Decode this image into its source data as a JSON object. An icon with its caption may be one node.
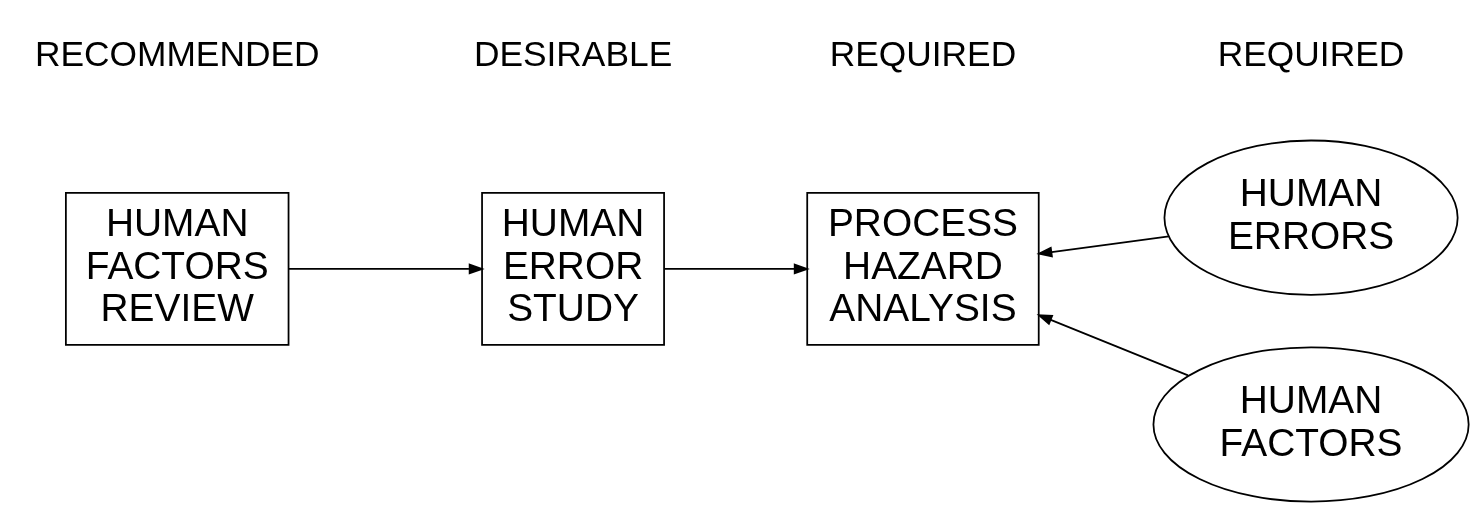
{
  "diagram": {
    "nodes": [
      {
        "text": [
          "HUMAN FACTORS REVIEW"
        ]
      },
      {
        "text": [
          "HUMAN ERROR STUDY"
        ]
      },
      {
        "text": [
          "PROCESS HAZARD ANALYSIS"
        ]
      },
      {
        "text": [
          "HUMAN ERRORS"
        ]
      },
      {
        "text": [
          "HUMAN FACTORS"
        ]
      }
    ],
    "edges": [
      {
        "from": 0,
        "to": 1,
        "arrow": "to"
      },
      {
        "from": 1,
        "to": 2,
        "arrow": "to"
      },
      {
        "from": 3,
        "to": 2,
        "arrow": "to"
      },
      {
        "from": 4,
        "to": 2,
        "arrow": "to"
      }
    ],
    "labels": [
      "RECOMMENDED",
      "DESIRABLE",
      "REQUIRED",
      "REQUIRED"
    ]
  }
}
